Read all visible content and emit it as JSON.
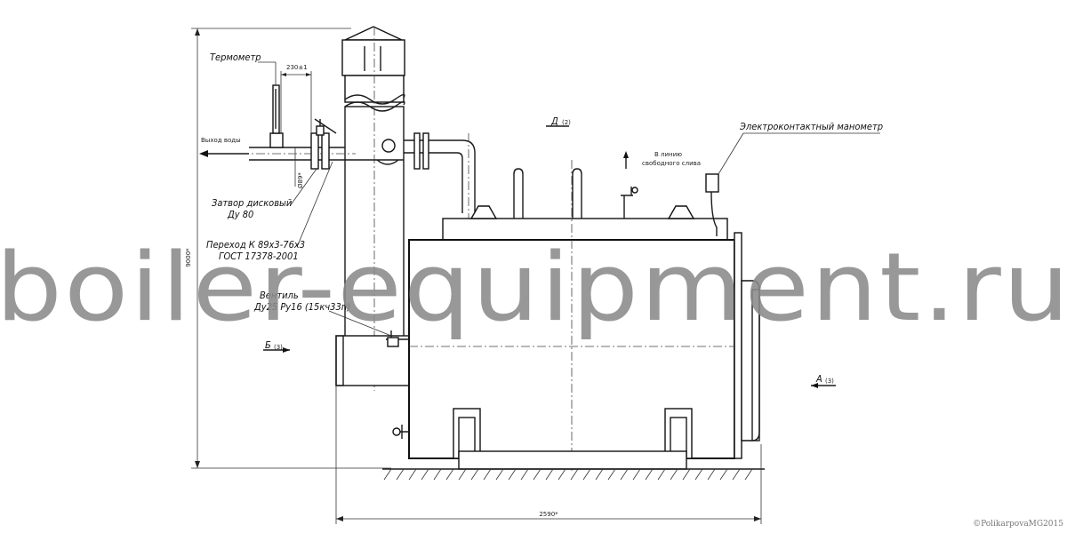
{
  "labels": {
    "thermometer": "Термометр",
    "dim_230": "230±1",
    "water_out": "Выход воды",
    "dia_89": "Ø89*",
    "valve_disc_1": "Затвор дисковый",
    "valve_disc_2": "Ду 80",
    "transition_1": "Переход К 89х3-76х3",
    "transition_2": "ГОСТ 17378-2001",
    "ventil_1": "Вентиль",
    "ventil_2": "Ду25 Ру16 (15кч33п)",
    "view_b": "Б",
    "view_b_sheet": "(3)",
    "view_d": "Д",
    "view_d_sheet": "(2)",
    "view_a": "А",
    "view_a_sheet": "(3)",
    "drain_1": "В линию",
    "drain_2": "свободного слива",
    "manometer": "Электроконтактный манометр",
    "height": "9000*",
    "width": "2590*"
  },
  "watermark": "boiler-equipment.ru",
  "copyright": "©PolikarpovaMG2015"
}
